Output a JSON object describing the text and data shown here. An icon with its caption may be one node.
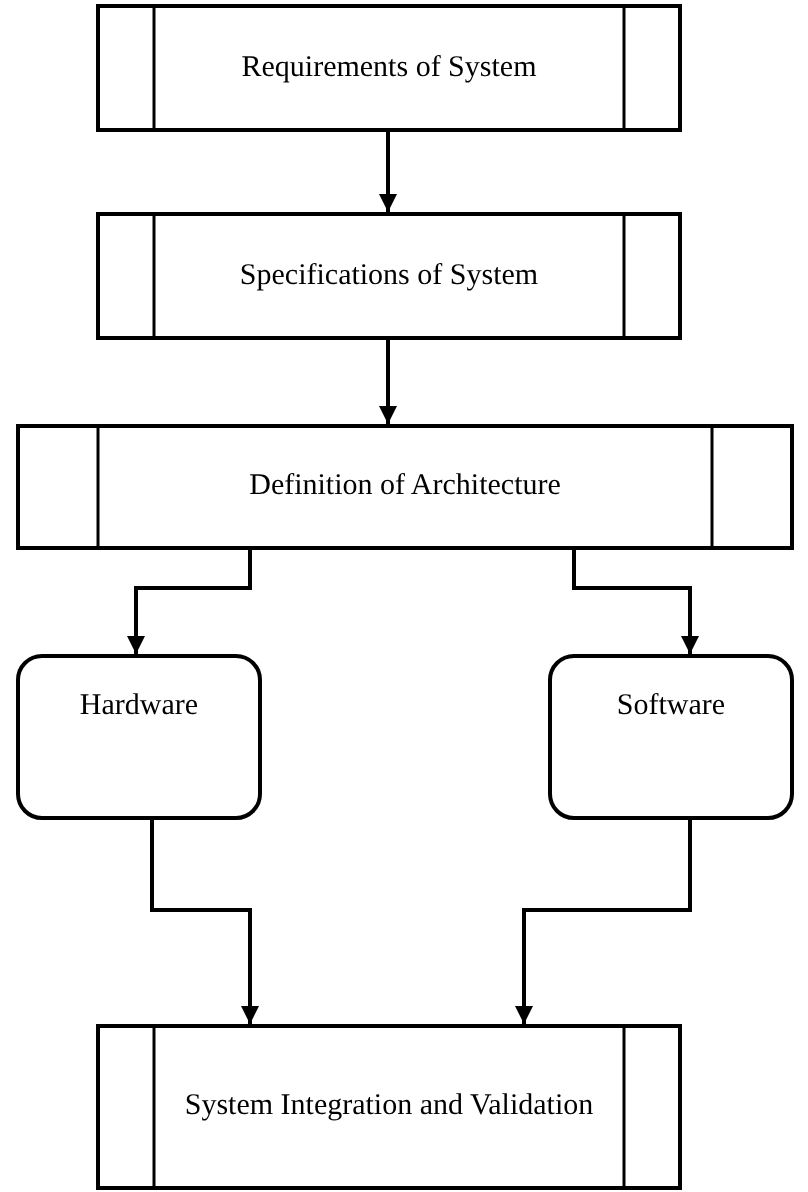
{
  "diagram": {
    "nodes": [
      {
        "text": [
          "Requirements of System"
        ]
      },
      {
        "text": [
          "Specifications of System"
        ]
      },
      {
        "text": [
          "Definition of Architecture"
        ]
      },
      {
        "text": [
          "Hardware"
        ]
      },
      {
        "text": [
          "Software"
        ]
      },
      {
        "text": [
          "System Integration and Validation"
        ]
      }
    ],
    "edges": [
      {
        "from": 0,
        "to": 1,
        "arrow": "to"
      },
      {
        "from": 1,
        "to": 2,
        "arrow": "to"
      },
      {
        "from": 2,
        "to": 3,
        "arrow": "to"
      },
      {
        "from": 2,
        "to": 4,
        "arrow": "to"
      },
      {
        "from": 3,
        "to": 5,
        "arrow": "to"
      },
      {
        "from": 4,
        "to": 5,
        "arrow": "to"
      }
    ]
  }
}
